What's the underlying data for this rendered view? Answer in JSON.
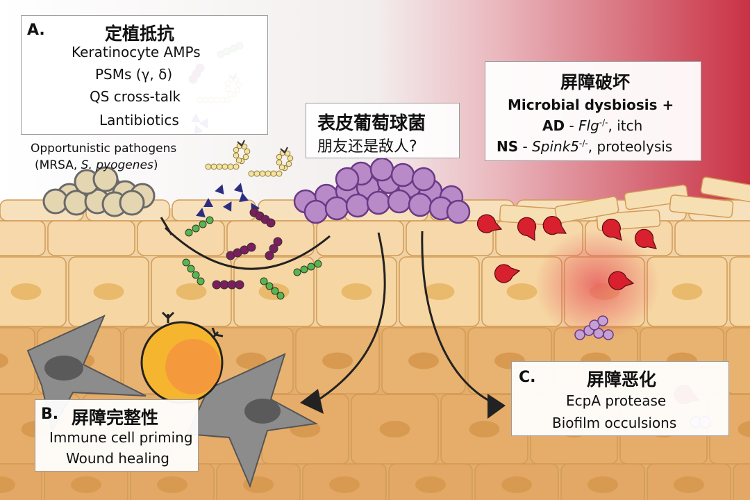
{
  "colors": {
    "amp": "#55b84a",
    "psm": "#7a1e5e",
    "qs": "#f6e3a2",
    "lantibiotic": "#2d2d80",
    "staph": "#b88ac8",
    "ecpa": "#d8202e",
    "biofilm": "#c4a0d4",
    "cell": "#f6d6a2",
    "red_zone": "#c93245"
  },
  "panel_a": {
    "tag": "A.",
    "title": "定植抵抗",
    "items": [
      {
        "label": "Keratinocyte AMPs",
        "icon": "green-bead-chain-icon"
      },
      {
        "label": "PSMs (γ, δ)",
        "icon": "purple-bead-chain-icon"
      },
      {
        "label": "QS cross-talk",
        "icon": "qs-peptide-loop-icon"
      },
      {
        "label": "Lantibiotics",
        "icon": "blue-triangle-icon"
      }
    ]
  },
  "pathogens": {
    "line1": "Opportunistic pathogens",
    "line2_prefix": "(MRSA, ",
    "line2_italic": "S. pyogenes",
    "line2_suffix": ")"
  },
  "center": {
    "title": "表皮葡萄球菌",
    "subtitle": "朋友还是敌人?"
  },
  "barrier_breach": {
    "title": "屏障破坏",
    "line1": "Microbial dysbiosis +",
    "ad_bold": "AD",
    "ad_sep": " - ",
    "ad_gene": "Flg",
    "ad_sup": "-/-",
    "ad_tail": ", itch",
    "ns_bold": "NS",
    "ns_sep": " - ",
    "ns_gene": "Spink5",
    "ns_sup": "-/-",
    "ns_tail": ", proteolysis"
  },
  "panel_b": {
    "tag": "B.",
    "title": "屏障完整性",
    "line1": "Immune cell priming",
    "line2": "Wound healing"
  },
  "panel_c": {
    "tag": "C.",
    "title": "屏障恶化",
    "items": [
      {
        "label": "EcpA protease",
        "icon": "protease-pacman-icon"
      },
      {
        "label": "Biofilm occulsions",
        "icon": "biofilm-pair-icon"
      }
    ]
  }
}
